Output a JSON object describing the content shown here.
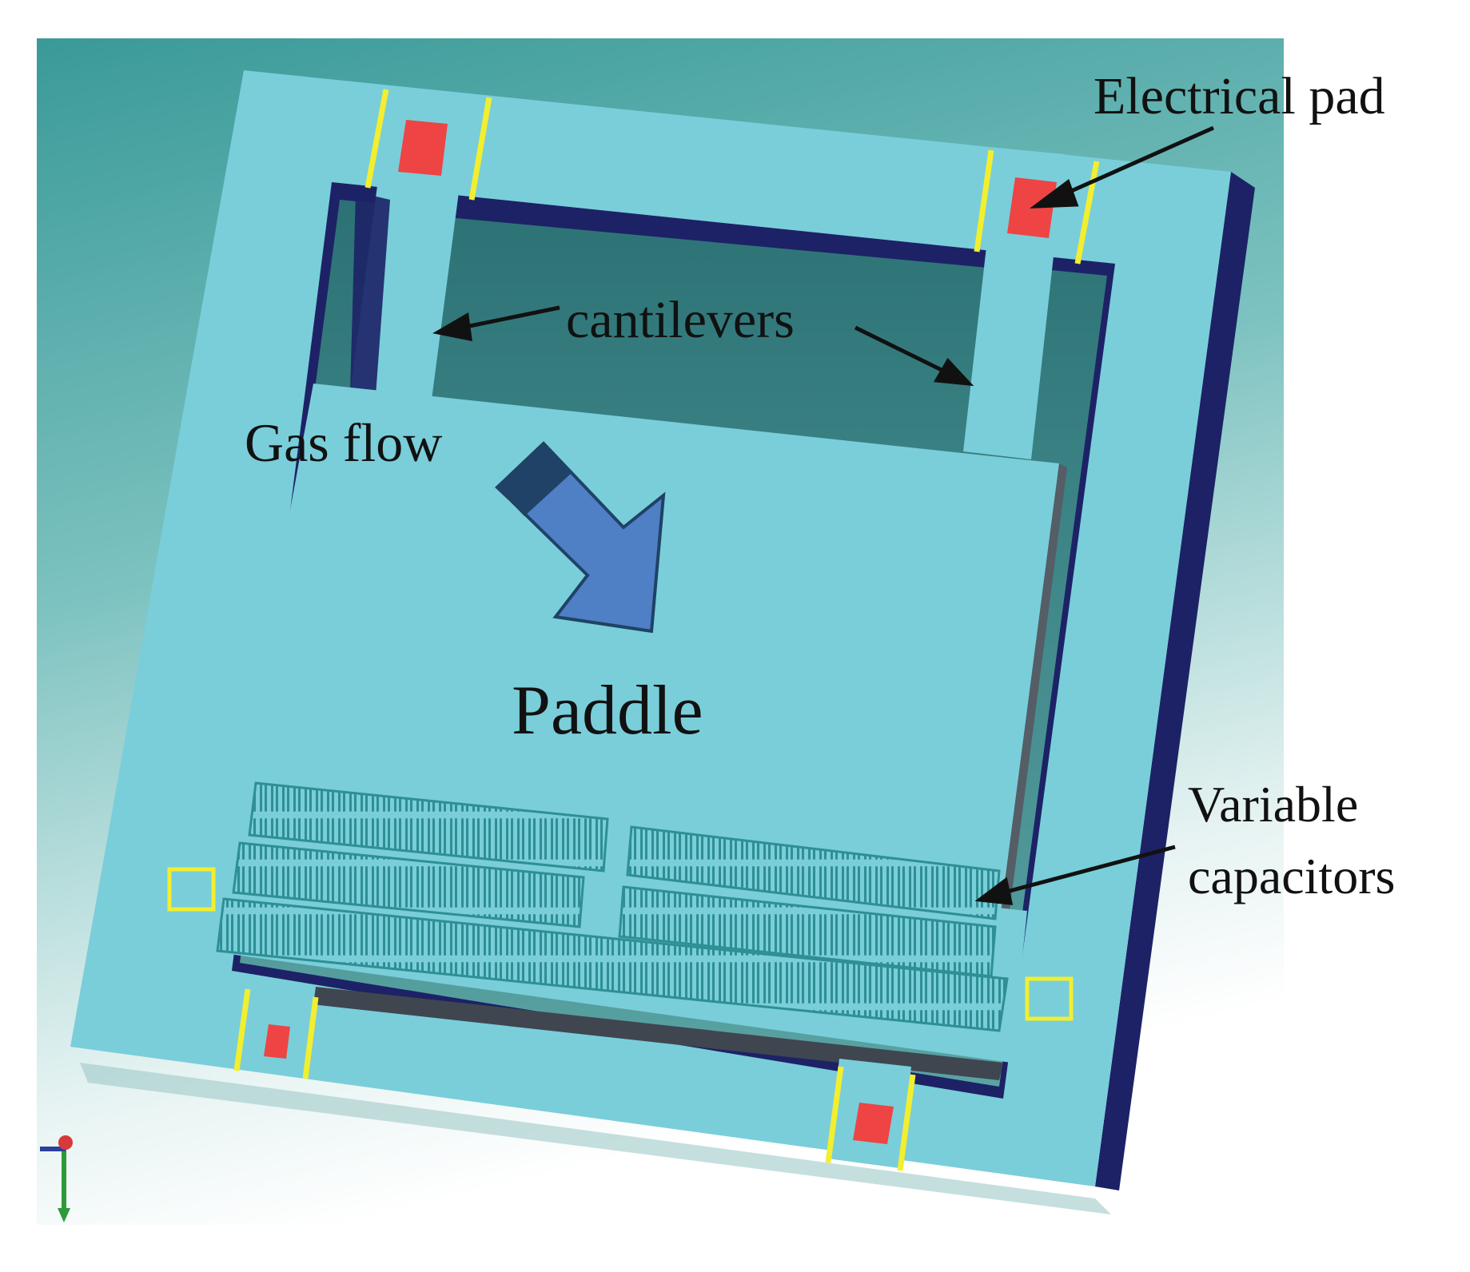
{
  "labels": {
    "electrical_pad": "Electrical pad",
    "cantilevers": "cantilevers",
    "gas_flow": "Gas flow",
    "paddle": "Paddle",
    "variable_line1": "Variable",
    "variable_line2": "capacitors"
  },
  "colors": {
    "background_top": "#3a9a98",
    "background_bottom": "#ffffff",
    "frame": "#79ceda",
    "frame_edge": "#1d2266",
    "hole_shadow": "#3f8486",
    "pad": "#ee4444",
    "trace": "#f2ee30",
    "arrow_dark": "#1f4266",
    "arrow_light": "#4f7fc4",
    "capacitor": "#2e8f94"
  },
  "icons": [
    "axis-triad-icon",
    "gas-flow-arrow-icon"
  ]
}
